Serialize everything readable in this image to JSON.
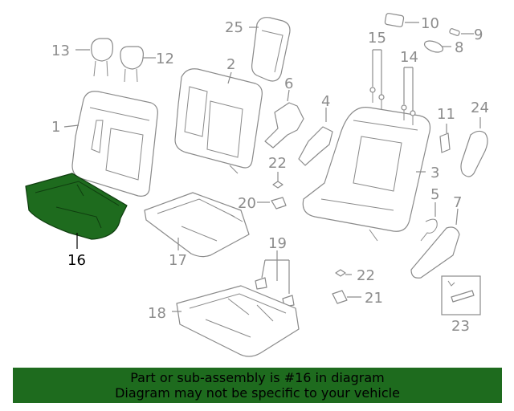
{
  "diagram": {
    "highlight_color": "#1e6b1e",
    "highlighted_part": "16",
    "callouts": {
      "p1": "1",
      "p2": "2",
      "p3": "3",
      "p4": "4",
      "p5": "5",
      "p6": "6",
      "p7": "7",
      "p8": "8",
      "p9": "9",
      "p10": "10",
      "p11": "11",
      "p12": "12",
      "p13": "13",
      "p14": "14",
      "p15": "15",
      "p16": "16",
      "p17": "17",
      "p18": "18",
      "p19": "19",
      "p20": "20",
      "p21": "21",
      "p22a": "22",
      "p22b": "22",
      "p23": "23",
      "p24": "24",
      "p25": "25"
    }
  },
  "banner": {
    "line1": "Part or sub-assembly is #16 in diagram",
    "line2": "Diagram may not be specific to your vehicle"
  }
}
